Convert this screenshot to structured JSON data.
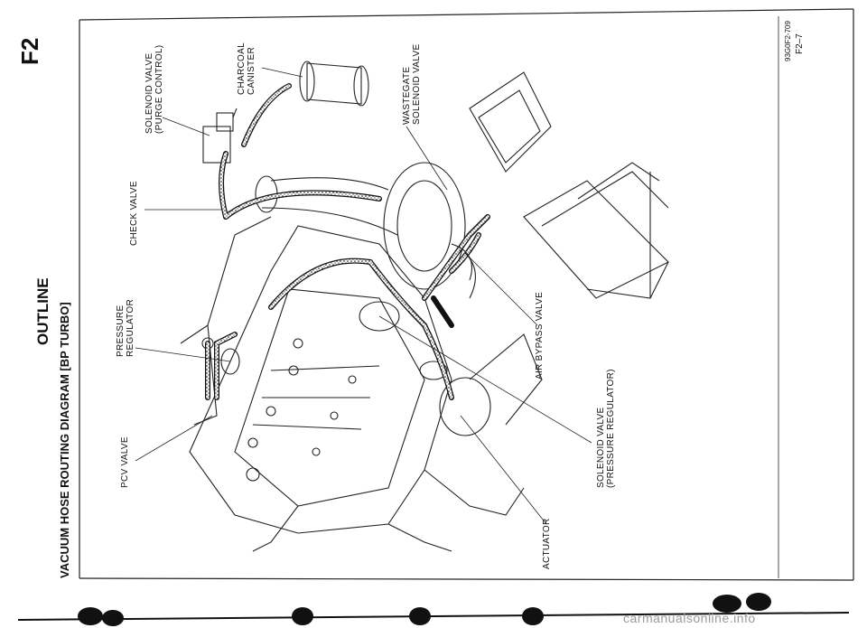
{
  "header": {
    "section_code": "F2",
    "section_title": "OUTLINE",
    "page_number": "F2–7",
    "figure_code": "93G0F2-709"
  },
  "diagram": {
    "title": "VACUUM HOSE ROUTING DIAGRAM [BP TURBO]",
    "callouts": {
      "pcv_valve": "PCV VALVE",
      "pressure_regulator": [
        "PRESSURE",
        "REGULATOR"
      ],
      "check_valve": "CHECK VALVE",
      "solenoid_purge": [
        "SOLENOID VALVE",
        "(PURGE CONTROL)"
      ],
      "charcoal_canister": [
        "CHARCOAL",
        "CANISTER"
      ],
      "wastegate_solenoid": [
        "WASTEGATE",
        "SOLENOID VALVE"
      ],
      "air_bypass_valve": "AIR BYPASS VALVE",
      "solenoid_pressure": [
        "SOLENOID VALVE",
        "(PRESSURE REGULATOR)"
      ],
      "actuator": "ACTUATOR"
    }
  },
  "footer": {
    "watermark": "carmanualsonline.info"
  }
}
